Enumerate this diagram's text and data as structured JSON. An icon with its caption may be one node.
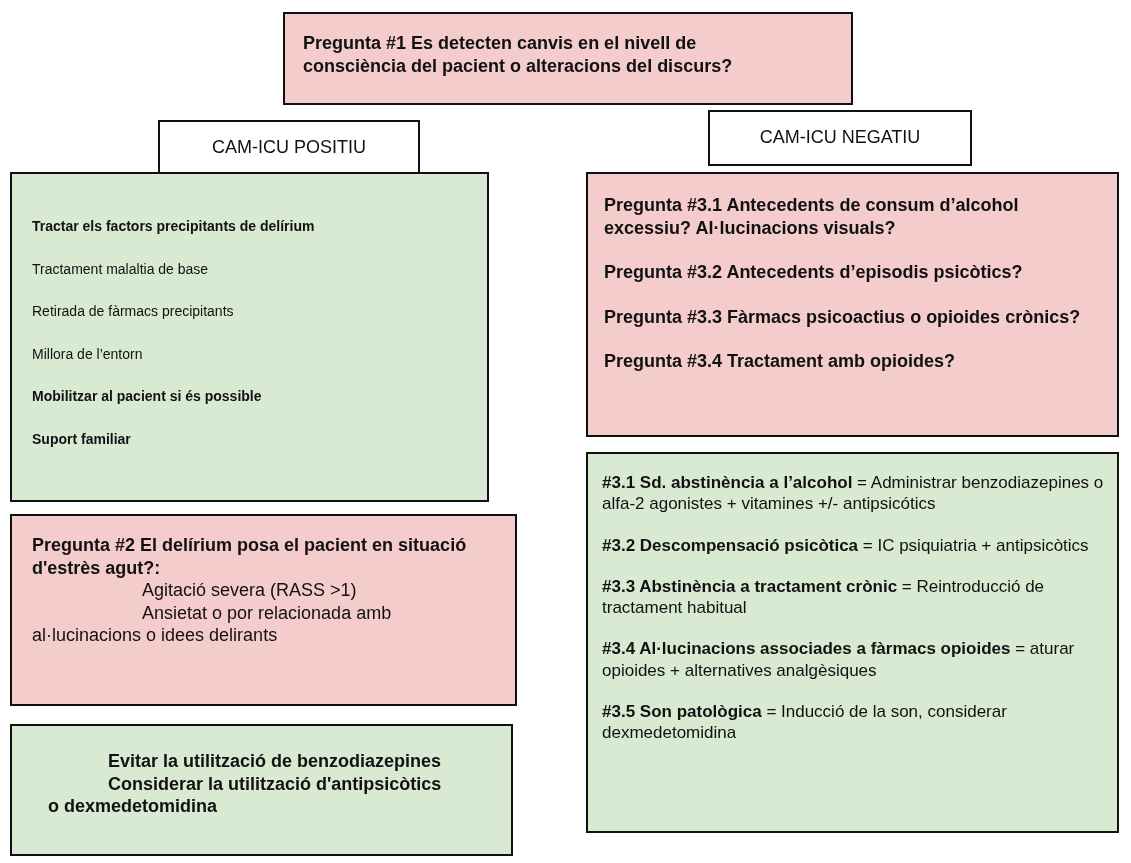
{
  "diagram": {
    "nodes": [
      {
        "text": [
          "Pregunta #1 Es detecten canvis  en el nivell de consciència del pacient o alteracions del discurs?"
        ]
      },
      {
        "text": [
          "CAM-ICU POSITIU"
        ]
      },
      {
        "text": [
          "CAM-ICU NEGATIU"
        ]
      },
      {
        "text": [
          "Tractar els factors precipitants de delírium",
          "Tractament malaltia de base",
          "Retirada de fàrmacs precipitants",
          "Millora de l’entorn",
          "Mobilitzar al pacient si és possible",
          "Suport familiar"
        ]
      },
      {
        "text": [
          "Pregunta #3.1 Antecedents de consum d’alcohol excessiu? Al·lucinacions visuals?",
          "Pregunta #3.2 Antecedents d’episodis psicòtics?",
          "Pregunta #3.3 Fàrmacs psicoactius o opioides crònics?",
          "Pregunta #3.4 Tractament amb opioides?"
        ]
      },
      {
        "text": [
          "**#3.1 Sd. abstinència a l’alcohol** = Administrar benzodiazepines o alfa-2 agonistes + vitamines +/- antipsicótics",
          "**#3.2 Descompensació psicòtica** = IC psiquiatria + antipsicòtics",
          "**#3.3 Abstinència a tractament crònic** = Reintroducció de tractament habitual",
          "**#3.4 Al·lucinacions associades a fàrmacs opioides** = aturar opioides + alternatives analgèsiques",
          "**#3.5 Son patològica** = Inducció de la son, considerar dexmedetomidina"
        ]
      },
      {
        "text": [
          "Pregunta #2 El delírium posa el pacient en situació d'estrès agut?:",
          "Agitació severa (RASS >1)",
          "Ansietat o por relacionada amb al·lucinacions o idees delirants"
        ]
      },
      {
        "text": [
          "Evitar la utilització de benzodiazepines",
          "Considerar la utilització d'antipsicòtics o dexmedetomidina"
        ]
      }
    ]
  }
}
